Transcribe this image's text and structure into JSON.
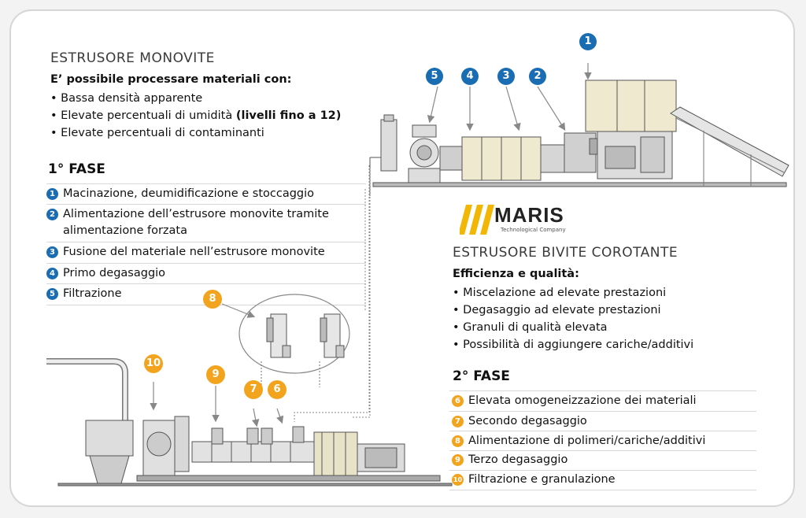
{
  "mono": {
    "title": "ESTRUSORE MONOVITE",
    "subtitle": "E’ possibile processare materiali con:",
    "bullets": [
      {
        "text": "• Bassa densità apparente",
        "bold": ""
      },
      {
        "text": "• Elevate percentuali di umidità ",
        "bold": "(livelli fino a 12)"
      },
      {
        "text": "• Elevate percentuali di contaminanti",
        "bold": ""
      }
    ],
    "phase": "1° FASE",
    "steps": [
      {
        "num": "1",
        "text": "Macinazione, deumidificazione e stoccaggio"
      },
      {
        "num": "2",
        "text": "Alimentazione dell’estrusore monovite tramite",
        "text2": "alimentazione forzata"
      },
      {
        "num": "3",
        "text": "Fusione del materiale nell’estrusore monovite"
      },
      {
        "num": "4",
        "text": "Primo degasaggio"
      },
      {
        "num": "5",
        "text": "Filtrazione"
      }
    ]
  },
  "bivite": {
    "title": "ESTRUSORE BIVITE COROTANTE",
    "subtitle": "Efficienza e qualità:",
    "bullets": [
      "• Miscelazione ad elevate prestazioni",
      "• Degasaggio ad elevate prestazioni",
      "• Granuli di qualità elevata",
      "• Possibilità di aggiungere cariche/additivi"
    ],
    "phase": "2° FASE",
    "steps": [
      {
        "num": "6",
        "text": "Elevata omogeneizzazione dei materiali"
      },
      {
        "num": "7",
        "text": "Secondo degasaggio"
      },
      {
        "num": "8",
        "text": "Alimentazione di polimeri/cariche/additivi"
      },
      {
        "num": "9",
        "text": "Terzo degasaggio"
      },
      {
        "num": "10",
        "text": "Filtrazione e granulazione"
      }
    ]
  },
  "logo": {
    "name": "MARIS",
    "tagline": "Technological Company"
  },
  "diagram_badges": {
    "top": [
      "5",
      "4",
      "3",
      "2",
      "1"
    ],
    "bottom": [
      "10",
      "9",
      "8",
      "7",
      "6"
    ]
  },
  "colors": {
    "blue": "#1a6db3",
    "orange": "#f2a41f",
    "machine": "#e9e6d6",
    "machine_stroke": "#555555"
  }
}
